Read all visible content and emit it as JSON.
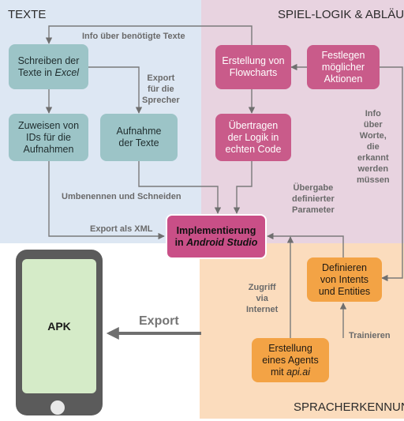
{
  "regions": {
    "texte": "TEXTE",
    "spiel": "SPIEL-LOGIK & ABLÄUFE",
    "sprach": "SPRACHERKENNUNG"
  },
  "boxes": {
    "schreiben_line1": "Schreiben der",
    "schreiben_line2": "Texte in ",
    "schreiben_italic": "Excel",
    "zuweisen": "Zuweisen von\nIDs für die\nAufnahmen",
    "aufnahme": "Aufnahme\nder Texte",
    "flowcharts": "Erstellung von\nFlowcharts",
    "festlegen": "Festlegen\nmöglicher\nAktionen",
    "uebertragen": "Übertragen\nder Logik in\nechten Code",
    "impl_line1": "Implementierung",
    "impl_line2_prefix": "in ",
    "impl_italic": "Android Studio",
    "intents": "Definieren\nvon Intents\nund Entities",
    "agent_line": "Erstellung\neines Agents",
    "agent_prefix": "mit ",
    "agent_italic": "api.ai"
  },
  "labels": {
    "info_texte": "Info über benötigte Texte",
    "export_sprecher": "Export\nfür die\nSprecher",
    "umbenennen": "Umbenennen und Schneiden",
    "export_xml": "Export als XML",
    "info_worte": "Info\nüber\nWorte,\ndie\nerkannt\nwerden\nmüssen",
    "uebergabe": "Übergabe\ndefinierter\nParameter",
    "zugriff": "Zugriff\nvia\nInternet",
    "trainieren": "Trainieren",
    "export_apk": "Export"
  },
  "phone": {
    "screen": "APK"
  },
  "colors": {
    "texte_bg": "#dde7f3",
    "spiel_bg": "#e8d3e0",
    "sprach_bg": "#fbdcbd",
    "teal": "#9cc4c7",
    "pink": "#c95b8a",
    "orange": "#f3a345",
    "phone": "#5b5b5b",
    "screen": "#d5ebc8"
  }
}
